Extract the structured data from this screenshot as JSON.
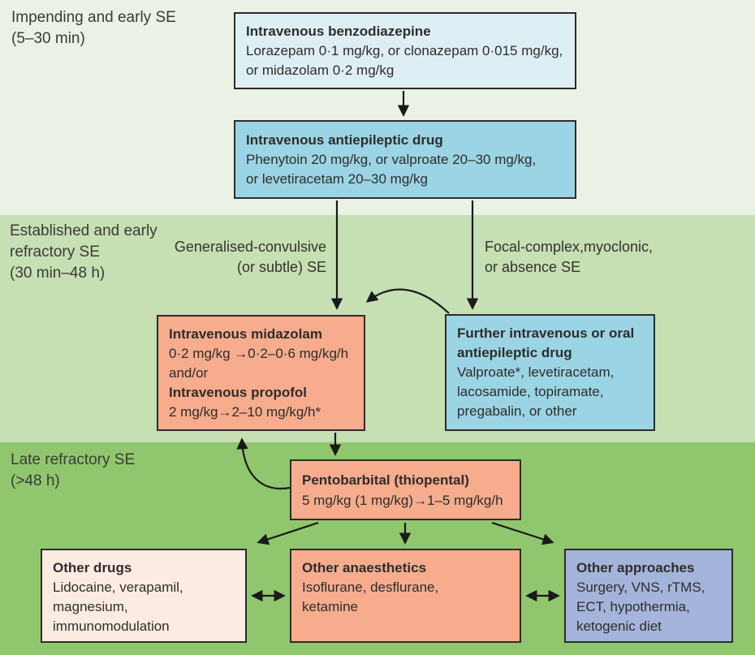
{
  "title": "Status epilepticus treatment flowchart",
  "colors": {
    "band_impending_bg": "#e9f2e4",
    "band_established_bg": "#c6dfb3",
    "band_late_bg": "#90c66d",
    "box_pale_blue": "#deeef5",
    "box_blue": "#9bd4e4",
    "box_orange": "#f6ac8d",
    "box_pale_pink": "#fcebe2",
    "box_periwinkle": "#a4b4da",
    "box_border": "#2d2c2a",
    "text": "#2e2d2b",
    "arrow": "#1a1a1a"
  },
  "stages": {
    "impending": {
      "lines": [
        "Impending and early SE",
        "(5–30 min)"
      ]
    },
    "established": {
      "lines": [
        "Established and early",
        "refractory SE",
        "(30 min–48 h)"
      ]
    },
    "late": {
      "lines": [
        "Late refractory SE",
        "(>48 h)"
      ]
    }
  },
  "branch_labels": {
    "generalised": {
      "lines": [
        "Generalised-convulsive",
        "(or subtle) SE"
      ]
    },
    "focal": {
      "lines": [
        "Focal-complex,myoclonic,",
        "or absence SE"
      ]
    }
  },
  "boxes": {
    "benzodiazepine": {
      "lines": [
        "Intravenous benzodiazepine",
        "Lorazepam 0·1 mg/kg, or clonazepam 0·015 mg/kg,",
        "or midazolam 0·2 mg/kg"
      ]
    },
    "antiepileptic": {
      "lines": [
        "Intravenous antiepileptic drug",
        "Phenytoin 20 mg/kg, or valproate 20–30 mg/kg,",
        "or levetiracetam 20–30 mg/kg"
      ]
    },
    "midazolam_propofol": {
      "lines": [
        "Intravenous midazolam",
        "0·2 mg/kg →0·2–0·6 mg/kg/h",
        "and/or",
        "Intravenous propofol",
        "2 mg/kg→2–10 mg/kg/h*"
      ]
    },
    "further_aed": {
      "lines": [
        "Further intravenous or oral",
        "antiepileptic drug",
        "Valproate*, levetiracetam,",
        "lacosamide, topiramate,",
        "pregabalin, or other"
      ]
    },
    "pentobarbital": {
      "lines": [
        "Pentobarbital (thiopental)",
        "5 mg/kg (1 mg/kg)→1–5 mg/kg/h"
      ]
    },
    "other_drugs": {
      "lines": [
        "Other drugs",
        "Lidocaine, verapamil,",
        "magnesium,",
        "immunomodulation"
      ]
    },
    "other_anaesthetics": {
      "lines": [
        "Other anaesthetics",
        "Isoflurane, desflurane,",
        "ketamine"
      ]
    },
    "other_approaches": {
      "lines": [
        "Other approaches",
        "Surgery, VNS, rTMS,",
        "ECT, hypothermia,",
        "ketogenic diet"
      ]
    }
  }
}
